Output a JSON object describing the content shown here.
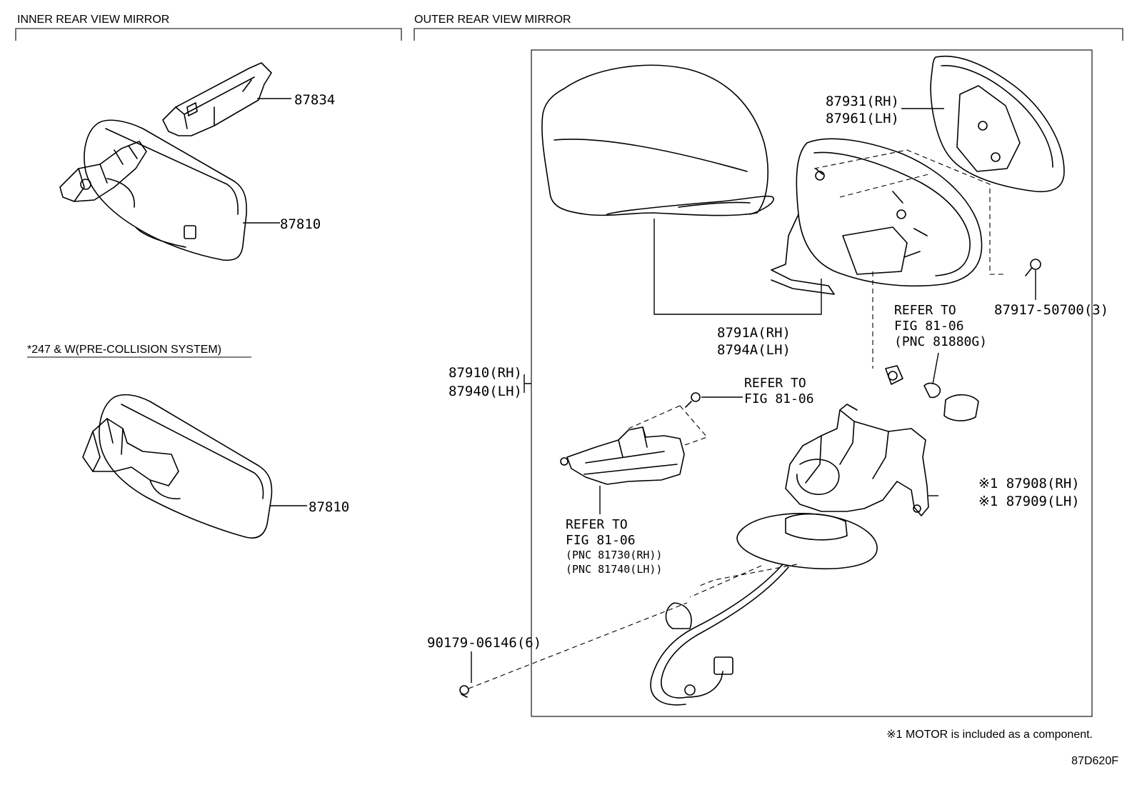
{
  "sections": {
    "inner_title": "INNER REAR VIEW MIRROR",
    "outer_title": "OUTER REAR VIEW MIRROR",
    "variant_note": "*247 & W(PRE-COLLISION SYSTEM)"
  },
  "callouts": {
    "p87834": "87834",
    "p87810_a": "87810",
    "p87810_b": "87810",
    "p87931": "87931(RH)",
    "p87961": "87961(LH)",
    "p87917": "87917-50700(3)",
    "p8791A": "8791A(RH)",
    "p8794A": "8794A(LH)",
    "p87910": "87910(RH)",
    "p87940": "87940(LH)",
    "p87908": "※1 87908(RH)",
    "p87909": "※1 87909(LH)",
    "p90179": "90179-06146(6)"
  },
  "refers": {
    "r1_line1": "REFER TO",
    "r1_line2": "FIG 81-06",
    "r1_line3": "(PNC 81880G)",
    "r2_line1": "REFER TO",
    "r2_line2": "FIG 81-06",
    "r3_line1": "REFER TO",
    "r3_line2": "FIG 81-06",
    "r3_line3": "(PNC 81730(RH))",
    "r3_line4": "(PNC 81740(LH))"
  },
  "footnote": "※1 MOTOR is included as a component.",
  "diagram_code": "87D620F"
}
